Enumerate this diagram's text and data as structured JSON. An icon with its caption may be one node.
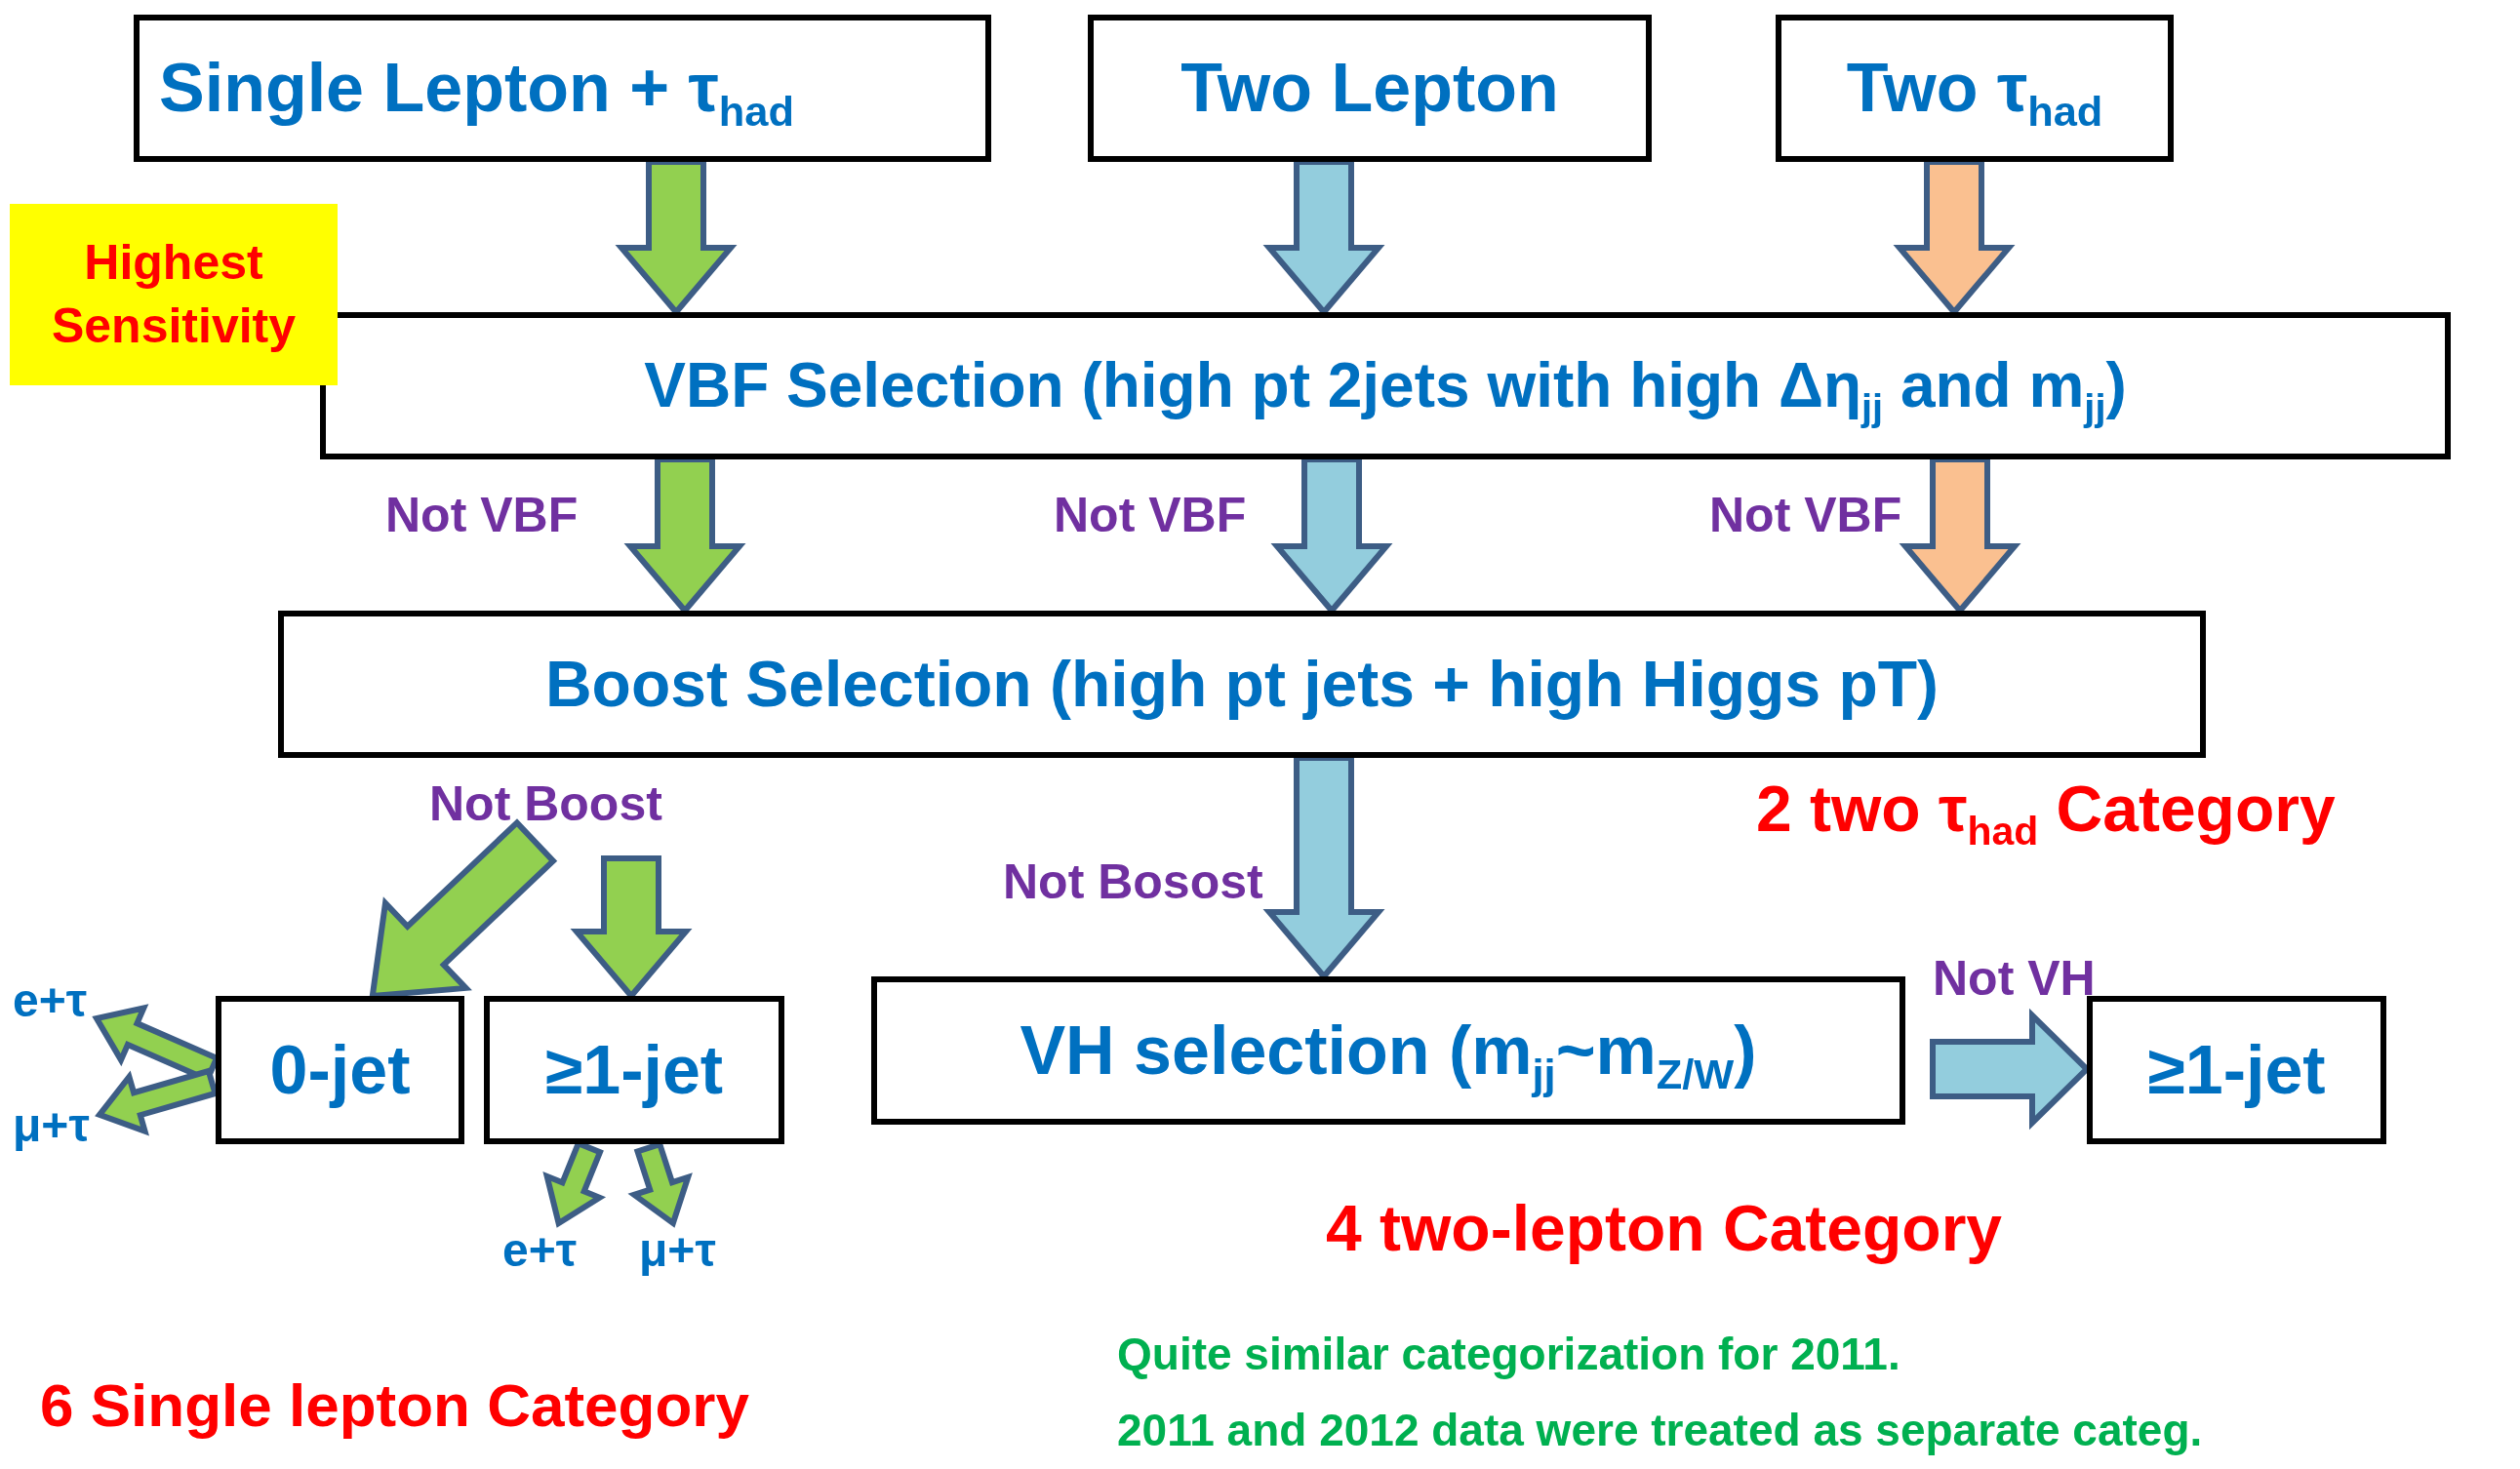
{
  "diagram": {
    "nodes": [
      {
        "text": [
          "Single Lepton + τ$_{had}$"
        ]
      },
      {
        "text": [
          "Two Lepton"
        ]
      },
      {
        "text": [
          "Two τ$_{had}$"
        ]
      },
      {
        "text": [
          "Highest Sensitivity"
        ]
      },
      {
        "text": [
          "VBF Selection (high pt 2jets with high Δη$_{jj}$ and m$_{jj}$)"
        ]
      },
      {
        "text": [
          "Boost Selection (high pt jets + high Higgs pT)"
        ]
      },
      {
        "text": [
          "0-jet"
        ]
      },
      {
        "text": [
          "≥1-jet"
        ]
      },
      {
        "text": [
          "VH selection (m$_{jj}$~m$_{Z/W}$)"
        ]
      },
      {
        "text": [
          "≥1-jet"
        ]
      },
      {
        "text": [
          "e+τ"
        ]
      },
      {
        "text": [
          "μ+τ"
        ]
      },
      {
        "text": [
          "e+τ"
        ]
      },
      {
        "text": [
          "μ+τ"
        ]
      }
    ],
    "edges": [
      {
        "from": 0,
        "to": 4,
        "arrow": "to"
      },
      {
        "from": 1,
        "to": 4,
        "arrow": "to",
        "color": "#93cddd"
      },
      {
        "from": 2,
        "to": 4,
        "arrow": "to",
        "color": "#fac090"
      },
      {
        "from": 4,
        "to": 5,
        "arrow": "to",
        "label": "Not VBF"
      },
      {
        "from": 4,
        "to": 5,
        "arrow": "to",
        "label": "Not VBF",
        "color": "#93cddd"
      },
      {
        "from": 4,
        "to": 5,
        "arrow": "to",
        "label": "Not VBF",
        "color": "#fac090"
      },
      {
        "from": 5,
        "to": 6,
        "arrow": "to"
      },
      {
        "from": 5,
        "to": 7,
        "arrow": "to"
      },
      {
        "from": 5,
        "to": 8,
        "arrow": "to",
        "label": "Not Bosost",
        "color": "#93cddd"
      },
      {
        "from": 8,
        "to": 9,
        "arrow": "to",
        "label": "Not VH",
        "color": "#93cddd"
      },
      {
        "from": 6,
        "to": 10,
        "arrow": "to"
      },
      {
        "from": 6,
        "to": 11,
        "arrow": "to"
      },
      {
        "from": 7,
        "to": 12,
        "arrow": "to"
      },
      {
        "from": 7,
        "to": 13,
        "arrow": "to"
      }
    ],
    "labels": [
      "Not Boost",
      "2 two τ$_{had}$ Category",
      "4 two-lepton Category",
      "Quite similar categorization for 2011.",
      "6 Single lepton Category",
      "2011 and 2012 data were treated as separate categ."
    ]
  }
}
